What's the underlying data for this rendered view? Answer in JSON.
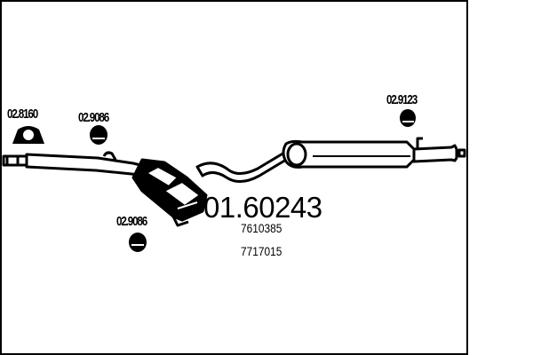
{
  "diagram": {
    "type": "exhaust-system-parts-diagram",
    "main_part_number": "01.60243",
    "oe_numbers": [
      "7610385",
      "7717015"
    ],
    "parts": [
      {
        "code": "02.8160",
        "label": "rubber-mount-ring"
      },
      {
        "code": "02.9086",
        "label": "rubber-hanger-front"
      },
      {
        "code": "02.9086",
        "label": "rubber-hanger-middle"
      },
      {
        "code": "02.9123",
        "label": "rubber-hanger-rear"
      }
    ],
    "colors": {
      "line": "#000000",
      "background": "#ffffff"
    }
  }
}
